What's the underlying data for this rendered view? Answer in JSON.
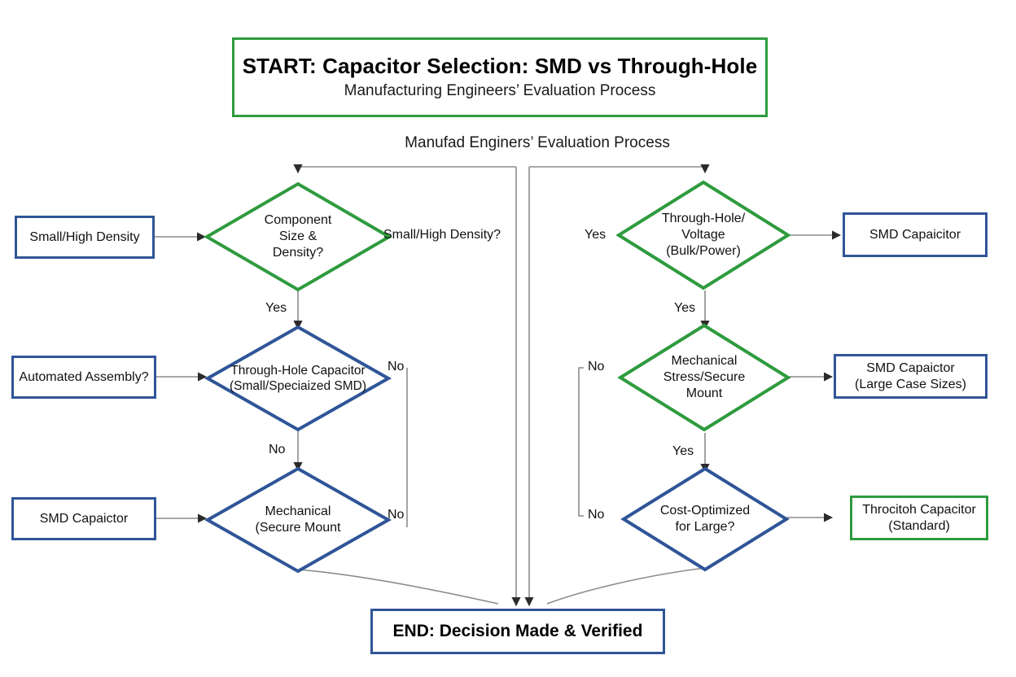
{
  "start": {
    "title": "START: Capacitor Selection: SMD vs Through-Hole",
    "subtitle": "Manufacturing Engineers’ Evaluation Process"
  },
  "section_caption": "Manufad Enginers’ Evaluation Process",
  "end": {
    "title": "END: Decision Made & Verified"
  },
  "colors": {
    "green": "#2e9b3e",
    "blue": "#2f5597",
    "wire": "#8c8c8c",
    "text": "#111111"
  },
  "left_column": {
    "inputs": [
      {
        "label": "Small/High Density"
      },
      {
        "label": "Automated Assembly?"
      },
      {
        "label": "SMD Capaictor"
      }
    ],
    "decisions": [
      {
        "label": "Component\nSize &\nDensity?",
        "shape": "diamond",
        "color": "green"
      },
      {
        "label": "Through-Hole Capacitor\n(Small/Speciaized SMD)",
        "shape": "diamond",
        "color": "blue"
      },
      {
        "label": "Mechanical\n(Secure Mount",
        "shape": "diamond",
        "color": "blue"
      }
    ],
    "edge_labels": {
      "d1_right": "Small/High Density?",
      "d1_down": "Yes",
      "d2_right": "No",
      "d2_down": "No",
      "d3_right": "No"
    }
  },
  "right_column": {
    "decisions": [
      {
        "label": "Through-Hole/\nVoltage\n(Bulk/Power)",
        "shape": "diamond",
        "color": "green"
      },
      {
        "label": "Mechanical\nStress/Secure\nMount",
        "shape": "diamond",
        "color": "green"
      },
      {
        "label": "Cost-Optimized\nfor Large?",
        "shape": "diamond",
        "color": "blue"
      }
    ],
    "outputs": [
      {
        "label": "SMD Capaicitor",
        "color": "blue"
      },
      {
        "label": "SMD Capaictor\n(Large Case Sizes)",
        "color": "blue"
      },
      {
        "label": "Throcitoh Capacitor\n(Standard)",
        "color": "green"
      }
    ],
    "edge_labels": {
      "d1_left": "Yes",
      "d1_down": "Yes",
      "d2_left": "No",
      "d2_down": "Yes",
      "d3_left": "No"
    }
  }
}
